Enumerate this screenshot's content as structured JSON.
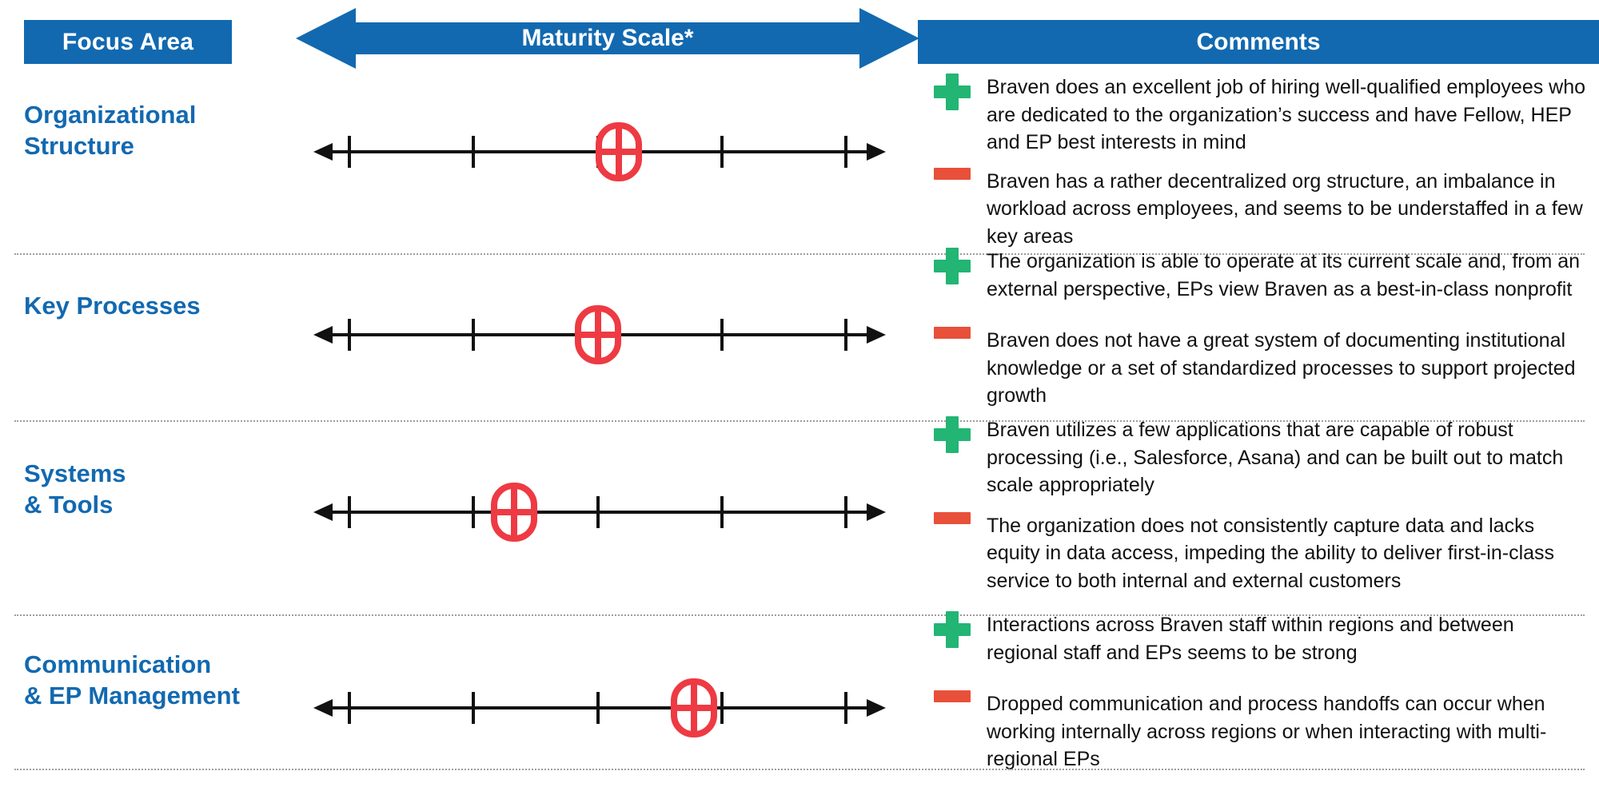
{
  "header": {
    "focus_area_label": "Focus Area",
    "maturity_scale_label": "Maturity Scale*",
    "comments_label": "Comments",
    "band_color": "#1269B0"
  },
  "colors": {
    "brand_blue": "#1269B0",
    "positive_green": "#22B573",
    "negative_red": "#E8503A",
    "marker_red": "#EE3A43",
    "separator_gray": "#9d9d9d"
  },
  "scale": {
    "tick_count": 5,
    "min": 1,
    "max": 5,
    "axis_style": "double-headed-arrow",
    "marker_icon": "maturity-marker-icon"
  },
  "rows": [
    {
      "focus_area": "Organizational\nStructure",
      "marker_value": 3.15,
      "comments": [
        {
          "type": "positive",
          "icon": "plus-icon",
          "text": "Braven does an excellent job of hiring well-qualified employees who are dedicated to the organization’s success and have Fellow, HEP and EP best interests in mind"
        },
        {
          "type": "negative",
          "icon": "minus-icon",
          "text": "Braven has a rather decentralized org structure, an imbalance in workload across employees, and seems to be understaffed in a few key areas"
        }
      ]
    },
    {
      "focus_area": "Key Processes",
      "marker_value": 3.0,
      "comments": [
        {
          "type": "positive",
          "icon": "plus-icon",
          "text": "The organization is able to operate at its current scale and, from an external perspective, EPs view Braven as a best-in-class nonprofit"
        },
        {
          "type": "negative",
          "icon": "minus-icon",
          "text": "Braven does not have a great system of documenting institutional knowledge or a set of standardized processes to support projected growth"
        }
      ]
    },
    {
      "focus_area": "Systems\n& Tools",
      "marker_value": 2.3,
      "comments": [
        {
          "type": "positive",
          "icon": "plus-icon",
          "text": "Braven utilizes a few applications that are capable of robust processing (i.e., Salesforce, Asana) and can be built out to match scale appropriately"
        },
        {
          "type": "negative",
          "icon": "minus-icon",
          "text": "The organization does not consistently capture data and lacks equity in data access, impeding the ability to deliver first-in-class service to both internal and external customers"
        }
      ]
    },
    {
      "focus_area": "Communication\n& EP Management",
      "marker_value": 3.7,
      "comments": [
        {
          "type": "positive",
          "icon": "plus-icon",
          "text": "Interactions across Braven staff within regions and between regional staff and EPs seems to be strong"
        },
        {
          "type": "negative",
          "icon": "minus-icon",
          "text": "Dropped communication and process handoffs can occur when working internally across regions or when interacting with multi-regional EPs"
        }
      ]
    }
  ],
  "chart_data": {
    "type": "scatter",
    "title": "Maturity Scale*",
    "xlabel": "",
    "ylabel": "",
    "xlim": [
      1,
      5
    ],
    "categories": [
      "Organizational Structure",
      "Key Processes",
      "Systems & Tools",
      "Communication & EP Management"
    ],
    "values": [
      3.15,
      3.0,
      2.3,
      3.7
    ],
    "tick_labels": [
      "",
      "",
      "",
      "",
      ""
    ],
    "grid": false,
    "legend": "none"
  }
}
